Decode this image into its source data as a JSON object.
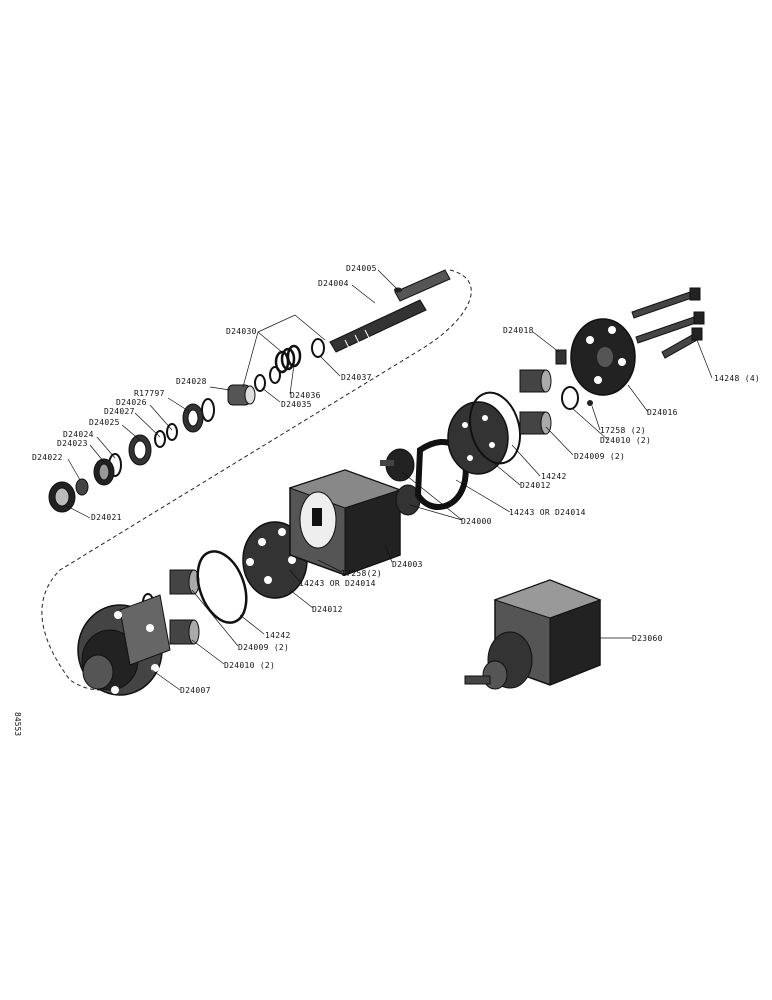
{
  "part_numbers": {
    "p_24005": "D24005",
    "p_24004": "D24004",
    "p_24030": "D24030",
    "p_24037": "D24037",
    "p_24036": "D24036",
    "p_24035": "D24035",
    "p_24028": "D24028",
    "p_r17797": "R17797",
    "p_24026": "D24026",
    "p_24027": "D24027",
    "p_24025": "D24025",
    "p_24024": "D24024",
    "p_24023": "D24023",
    "p_24022": "D24022",
    "p_24021": "D24021",
    "p_24018": "D24018",
    "p_24016": "D24016",
    "p_14248": "14248 (4)",
    "p_17258a": "17258 (2)",
    "p_24010a": "D24010 (2)",
    "p_24009a": "D24009 (2)",
    "p_14242a": "14242",
    "p_24012a": "D24012",
    "p_14243a": "14243  OR  D24014",
    "p_24000": "D24000",
    "p_24003": "D24003",
    "p_17258b": "17258(2)",
    "p_14243b": "14243  OR  D24014",
    "p_24012b": "D24012",
    "p_14242b": "14242",
    "p_24009b": "D24009 (2)",
    "p_24010b": "D24010 (2)",
    "p_24007": "D24007",
    "p_23060": "D23060"
  },
  "side_code": "84553"
}
